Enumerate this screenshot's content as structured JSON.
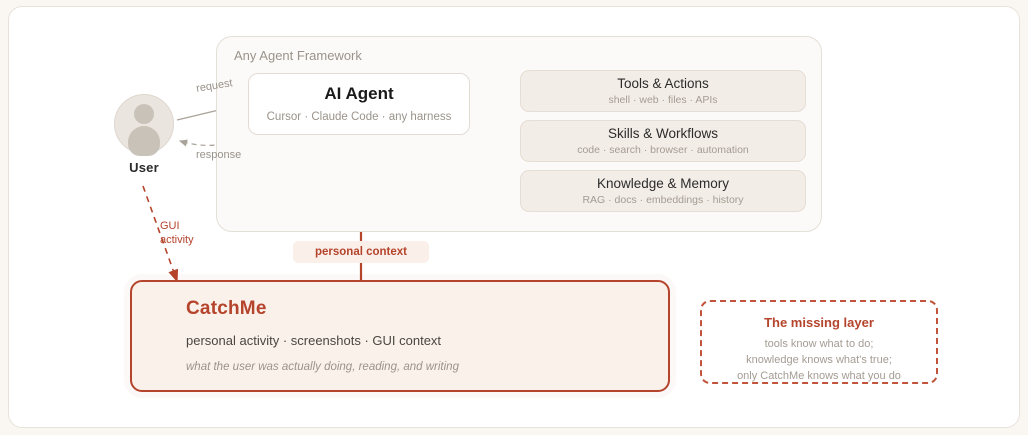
{
  "user": {
    "label": "User",
    "avatar_icon": "user-avatar-icon"
  },
  "framework": {
    "title": "Any Agent Framework"
  },
  "agent": {
    "title": "AI Agent",
    "subtitle": "Cursor · Claude Code · any harness"
  },
  "capabilities": [
    {
      "title": "Tools & Actions",
      "subtitle": "shell · web · files · APIs"
    },
    {
      "title": "Skills & Workflows",
      "subtitle": "code · search · browser · automation"
    },
    {
      "title": "Knowledge & Memory",
      "subtitle": "RAG · docs · embeddings · history"
    }
  ],
  "wires": {
    "request_label": "request",
    "response_label": "response",
    "gui_label_line1": "GUI",
    "gui_label_line2": "activity",
    "personal_context_pill": "personal context"
  },
  "catchme": {
    "title": "CatchMe",
    "subtitle": "personal activity · screenshots · GUI context",
    "note": "what the user was actually doing, reading, and writing"
  },
  "missing_layer": {
    "title": "The missing layer",
    "lines": [
      "tools know what to do;",
      "knowledge knows what's true;",
      "only CatchMe knows what you do"
    ]
  },
  "colors": {
    "accent_red": "#B5442C",
    "card_fill": "#F3EDE7",
    "catchme_fill": "#FBF1EB",
    "muted_text": "#9A938A",
    "page_bg": "#FAF7F3"
  }
}
